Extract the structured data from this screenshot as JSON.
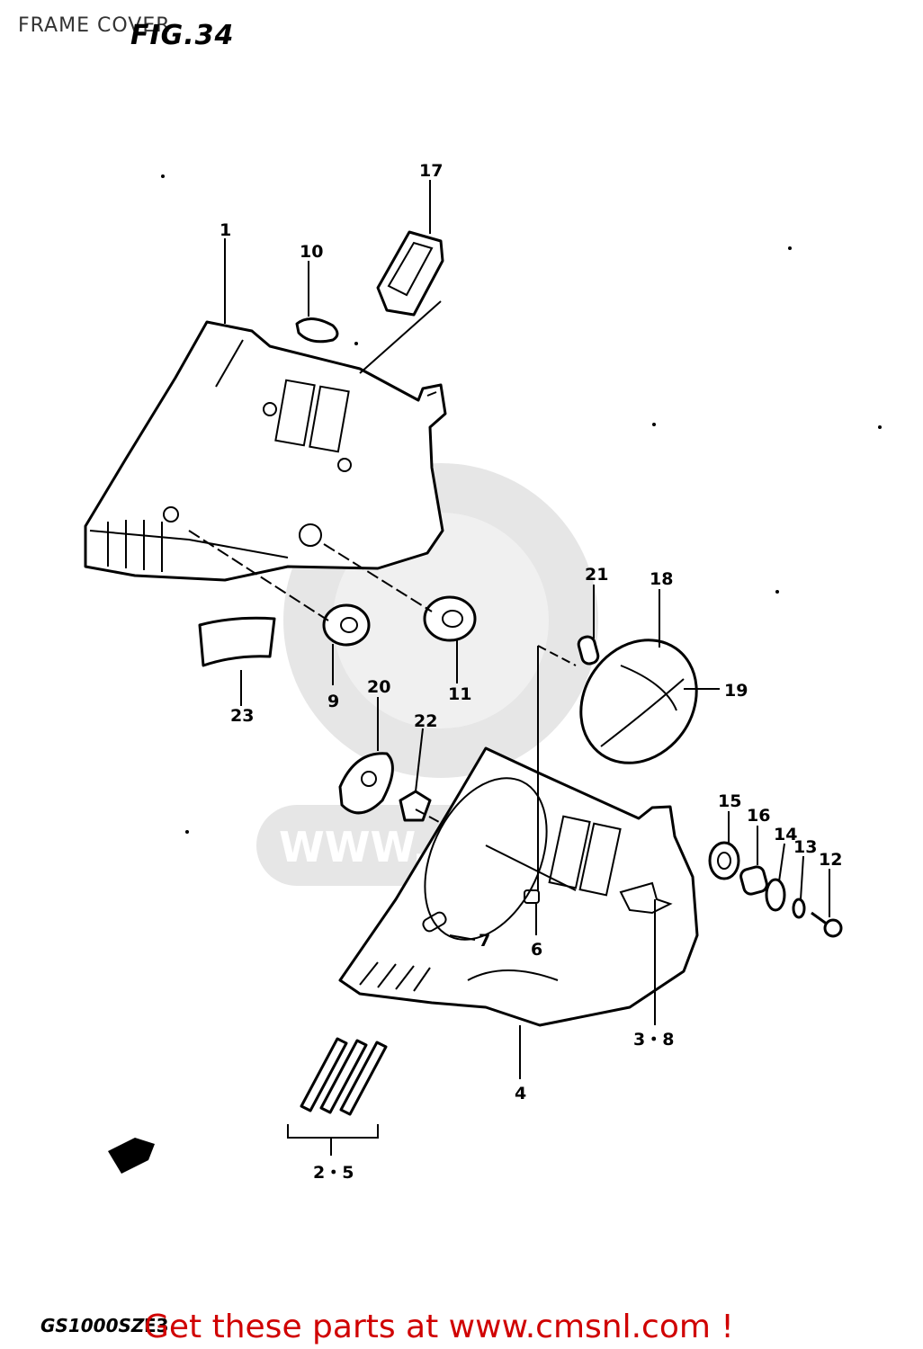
{
  "header": {
    "page_title": "FRAME COVER",
    "figure_title": "FIG.34"
  },
  "watermark": {
    "text": "WWW.CMSNL.COM"
  },
  "callouts": {
    "p1": "1",
    "p10": "10",
    "p17": "17",
    "p9": "9",
    "p11": "11",
    "p23": "23",
    "p20": "20",
    "p22": "22",
    "p21": "21",
    "p18": "18",
    "p19": "19",
    "p15": "15",
    "p16": "16",
    "p14": "14",
    "p13": "13",
    "p12": "12",
    "p7": "7",
    "p6": "6",
    "p38": "3・8",
    "p4": "4",
    "p25": "2・5"
  },
  "footer": {
    "model_code": "GS1000SZ",
    "region_code": "E3",
    "promo": "Get these parts at www.cmsnl.com !"
  },
  "colors": {
    "promo": "#d00000",
    "watermark": "#e6e6e6"
  }
}
